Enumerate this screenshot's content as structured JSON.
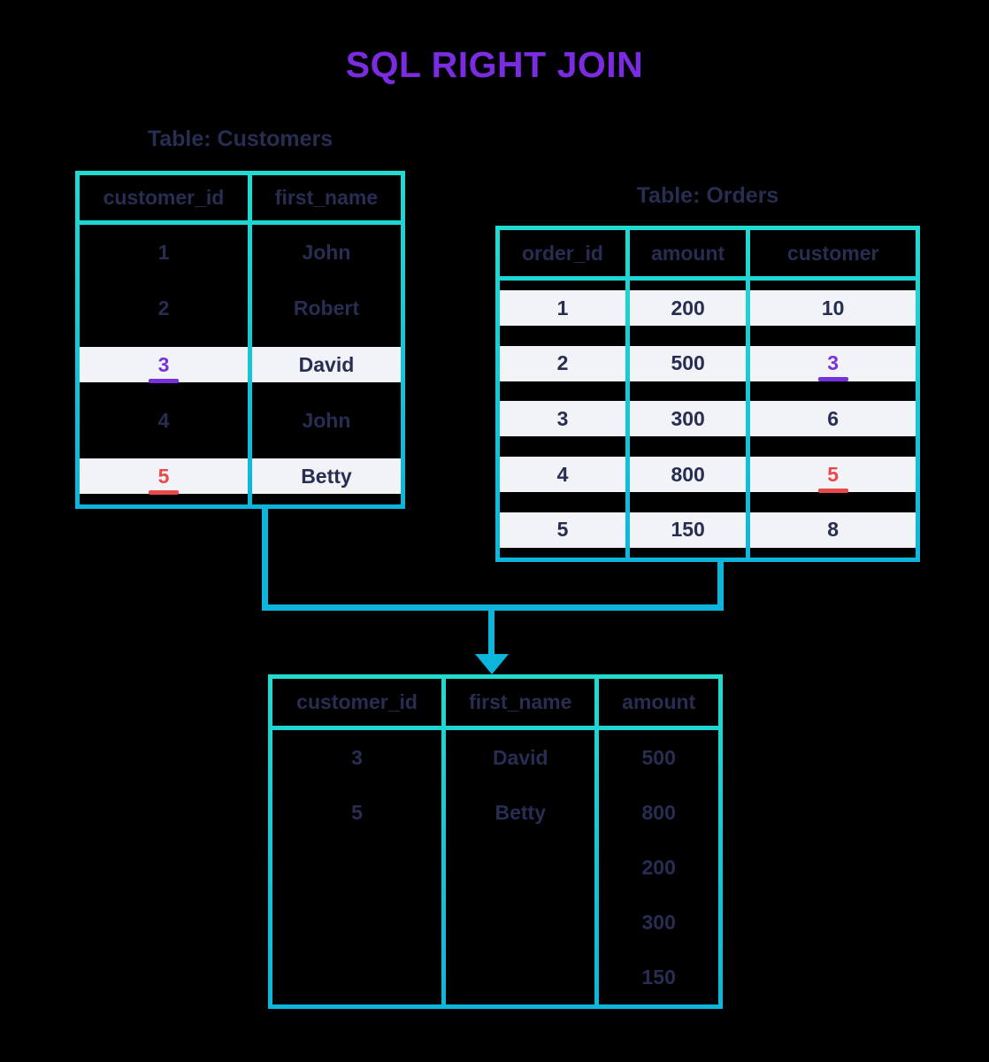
{
  "page": {
    "title": "SQL RIGHT JOIN"
  },
  "colors": {
    "background": "#000000",
    "table_border_top": "#21dbd1",
    "table_border_bottom": "#0cb5dc",
    "connector_blue": "#0cb5dc",
    "text_navy": "#282d52",
    "row_highlight": "#f2f3f7",
    "key_purple": "#7733d9",
    "key_red": "#e8494a",
    "title_purple": "#7b2ce0"
  },
  "customers": {
    "caption": "Table: Customers",
    "headers": [
      "customer_id",
      "first_name"
    ],
    "rows": [
      {
        "id": "1",
        "name": "John"
      },
      {
        "id": "2",
        "name": "Robert"
      },
      {
        "id": "3",
        "name": "David"
      },
      {
        "id": "4",
        "name": "John"
      },
      {
        "id": "5",
        "name": "Betty"
      }
    ]
  },
  "orders": {
    "caption": "Table: Orders",
    "headers": [
      "order_id",
      "amount",
      "customer"
    ],
    "rows": [
      {
        "order_id": "1",
        "amount": "200",
        "customer": "10"
      },
      {
        "order_id": "2",
        "amount": "500",
        "customer": "3"
      },
      {
        "order_id": "3",
        "amount": "300",
        "customer": "6"
      },
      {
        "order_id": "4",
        "amount": "800",
        "customer": "5"
      },
      {
        "order_id": "5",
        "amount": "150",
        "customer": "8"
      }
    ]
  },
  "result": {
    "headers": [
      "customer_id",
      "first_name",
      "amount"
    ],
    "rows": [
      {
        "customer_id": "3",
        "first_name": "David",
        "amount": "500"
      },
      {
        "customer_id": "5",
        "first_name": "Betty",
        "amount": "800"
      },
      {
        "customer_id": "",
        "first_name": "",
        "amount": "200"
      },
      {
        "customer_id": "",
        "first_name": "",
        "amount": "300"
      },
      {
        "customer_id": "",
        "first_name": "",
        "amount": "150"
      }
    ]
  }
}
